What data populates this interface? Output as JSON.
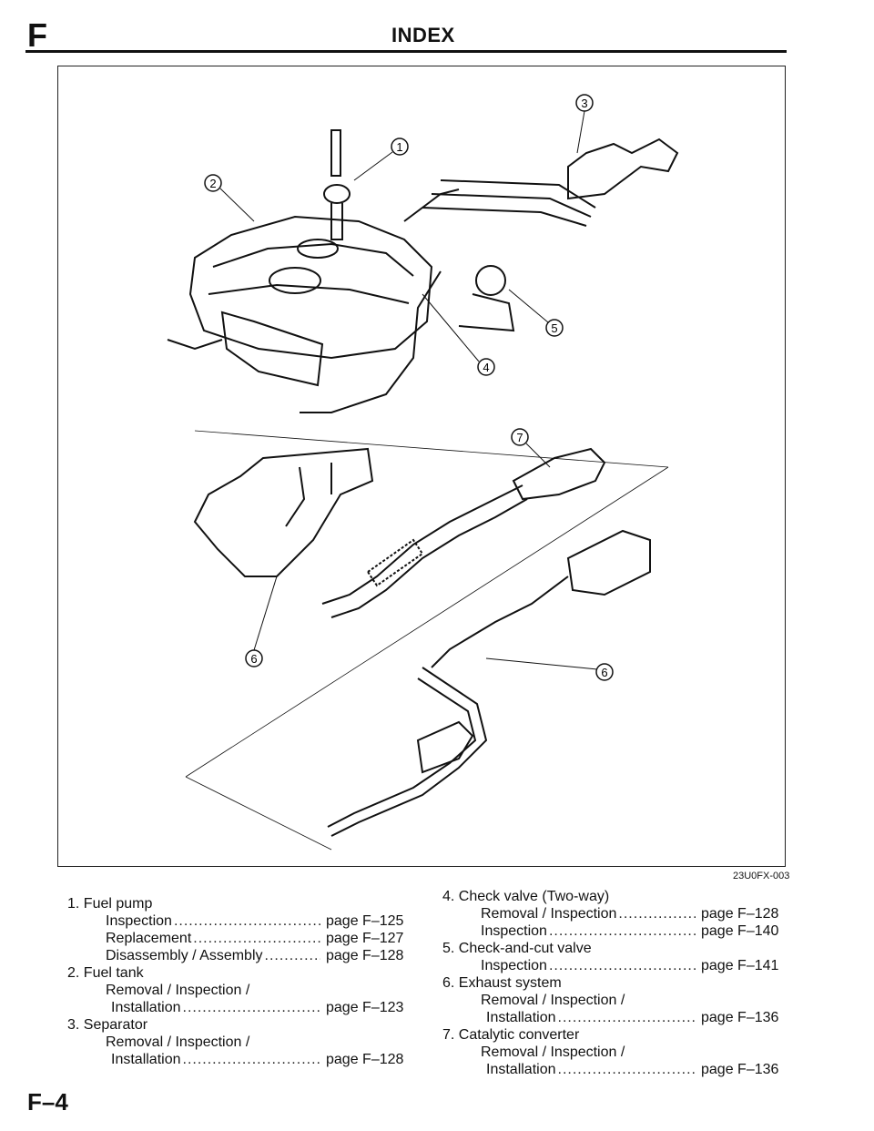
{
  "header": {
    "section_letter": "F",
    "title": "INDEX"
  },
  "figure": {
    "code": "23U0FX-003",
    "callouts": [
      "1",
      "2",
      "3",
      "4",
      "5",
      "6",
      "6",
      "7"
    ]
  },
  "index_left": [
    {
      "label": "1. Fuel pump"
    },
    {
      "label": "Inspection",
      "page": "page F–125"
    },
    {
      "label": "Replacement",
      "page": "page F–127"
    },
    {
      "label": "Disassembly / Assembly",
      "page": "page F–128"
    },
    {
      "label": "2. Fuel tank"
    },
    {
      "label": "Removal / Inspection /"
    },
    {
      "label": "Installation",
      "page": "page F–123"
    },
    {
      "label": "3. Separator"
    },
    {
      "label": "Removal / Inspection /"
    },
    {
      "label": "Installation",
      "page": "page F–128"
    }
  ],
  "index_right": [
    {
      "label": "4. Check valve (Two-way)"
    },
    {
      "label": "Removal / Inspection",
      "page": "page F–128"
    },
    {
      "label": "Inspection",
      "page": "page F–140"
    },
    {
      "label": "5. Check-and-cut valve"
    },
    {
      "label": "Inspection",
      "page": "page F–141"
    },
    {
      "label": "6. Exhaust system"
    },
    {
      "label": "Removal / Inspection /"
    },
    {
      "label": "Installation",
      "page": "page F–136"
    },
    {
      "label": "7. Catalytic converter"
    },
    {
      "label": "Removal / Inspection /"
    },
    {
      "label": "Installation",
      "page": "page F–136"
    }
  ],
  "footer": {
    "page_number": "F–4"
  }
}
